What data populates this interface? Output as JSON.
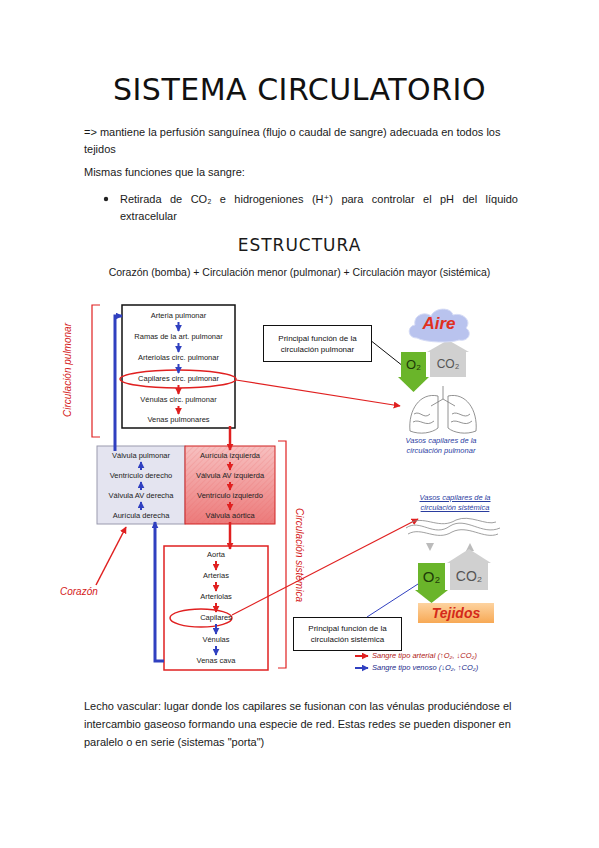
{
  "diagram": {
    "title": "SISTEMA CIRCULATORIO",
    "nodes": [
      {
        "text": [
          "Arteria pulmonar"
        ]
      },
      {
        "text": [
          "Ramas de la art. pulmonar"
        ]
      },
      {
        "text": [
          "Arteriolas circ. pulmonar"
        ]
      },
      {
        "text": [
          "Capilares circ. pulmonar"
        ]
      },
      {
        "text": [
          "Vénulas circ. pulmonar"
        ]
      },
      {
        "text": [
          "Venas pulmonares"
        ]
      },
      {
        "text": [
          "Principal función de la circulación pulmonar"
        ]
      },
      {
        "text": [
          "Aire"
        ]
      },
      {
        "text": [
          "O₂"
        ]
      },
      {
        "text": [
          "CO₂"
        ]
      },
      {
        "text": [
          "Válvula pulmonar"
        ]
      },
      {
        "text": [
          "Ventrículo derecho"
        ]
      },
      {
        "text": [
          "Válvula AV derecha"
        ]
      },
      {
        "text": [
          "Aurícula derecha"
        ]
      },
      {
        "text": [
          "Aurícula izquierda"
        ]
      },
      {
        "text": [
          "Válvula AV izquierda"
        ]
      },
      {
        "text": [
          "Ventrículo izquierdo"
        ]
      },
      {
        "text": [
          "Válvula aórtica"
        ]
      },
      {
        "text": [
          "O₂"
        ]
      },
      {
        "text": [
          "CO₂"
        ]
      },
      {
        "text": [
          "Tejidos"
        ]
      },
      {
        "text": [
          "Aorta"
        ]
      },
      {
        "text": [
          "Arterias"
        ]
      },
      {
        "text": [
          "Arteriolas"
        ]
      },
      {
        "text": [
          "Capilares"
        ]
      },
      {
        "text": [
          "Vénulas"
        ]
      },
      {
        "text": [
          "Venas cava"
        ]
      },
      {
        "text": [
          "Principal función de la circulación sistémica"
        ]
      }
    ],
    "edges": [
      {
        "from": 0,
        "to": 1,
        "arrow": "to"
      },
      {
        "from": 1,
        "to": 2,
        "arrow": "to"
      },
      {
        "from": 2,
        "to": 3,
        "arrow": "to"
      },
      {
        "from": 3,
        "to": 4,
        "arrow": "to"
      },
      {
        "from": 4,
        "to": 5,
        "arrow": "to"
      },
      {
        "from": 5,
        "to": 14,
        "arrow": "to"
      },
      {
        "from": 14,
        "to": 15,
        "arrow": "to"
      },
      {
        "from": 15,
        "to": 16,
        "arrow": "to"
      },
      {
        "from": 16,
        "to": 17,
        "arrow": "to"
      },
      {
        "from": 17,
        "to": 21,
        "arrow": "to"
      },
      {
        "from": 21,
        "to": 22,
        "arrow": "to"
      },
      {
        "from": 22,
        "to": 23,
        "arrow": "to"
      },
      {
        "from": 23,
        "to": 24,
        "arrow": "to"
      },
      {
        "from": 24,
        "to": 25,
        "arrow": "to"
      },
      {
        "from": 25,
        "to": 26,
        "arrow": "to"
      },
      {
        "from": 26,
        "to": 13,
        "arrow": "to"
      },
      {
        "from": 13,
        "to": 12,
        "arrow": "to"
      },
      {
        "from": 12,
        "to": 11,
        "arrow": "to"
      },
      {
        "from": 11,
        "to": 10,
        "arrow": "to"
      },
      {
        "from": 10,
        "to": 0,
        "arrow": "to"
      },
      {
        "from": 6,
        "to": 8,
        "arrow": "none"
      },
      {
        "from": 27,
        "to": 18,
        "arrow": "none"
      }
    ],
    "labels": [
      "=> mantiene la perfusión sanguínea (flujo o caudal de sangre) adecuada en todos los tejidos",
      "Mismas funciones que la sangre:",
      "Retirada de CO₂ e hidrogeniones (H⁺) para controlar el pH del líquido extracelular",
      "ESTRUCTURA",
      "Corazón (bomba) + Circulación menor (pulmonar) + Circulación mayor (sistémica)",
      "Circulación pulmonar",
      "Vasos capilares de la circulación pulmonar",
      "Corazón",
      "Vasos capilares de la circulación sistémica",
      "Circulación sistémica",
      "Lecho vascular: lugar donde los capilares se fusionan con las vénulas produciéndose el intercambio gaseoso formando una especie de red. Estas redes se pueden disponer en paralelo o en serie (sistemas \"porta\")"
    ],
    "legend": [
      {
        "text": "Sangre tipo arterial (↑O₂, ↓CO₂)"
      },
      {
        "text": "Sangre tipo venoso (↓O₂, ↑CO₂)"
      }
    ]
  }
}
